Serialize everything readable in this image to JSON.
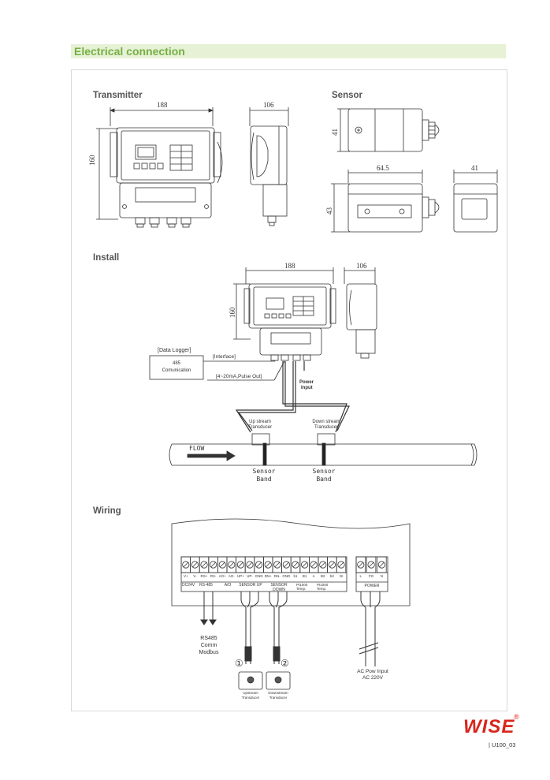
{
  "header": {
    "title": "Electrical connection"
  },
  "sections": {
    "transmitter": "Transmitter",
    "sensor": "Sensor",
    "install": "Install",
    "wiring": "Wiring"
  },
  "transmitter": {
    "dim_width": "188",
    "dim_height": "160",
    "dim_depth": "106"
  },
  "sensor": {
    "dim_height_top": "41",
    "dim_length": "64.5",
    "dim_height_side": "43",
    "dim_width_end": "41"
  },
  "install": {
    "dim_width": "188",
    "dim_height": "160",
    "dim_depth": "106",
    "data_logger": "[Data Logger]",
    "logger_line1": "485",
    "logger_line2": "Comunication",
    "interface": "[Interface]",
    "pulse_out": "[4~20mA,Pulse Out]",
    "power_line1": "Power",
    "power_line2": "Input",
    "upstream_line1": "Up stream",
    "upstream_line2": "Transducer",
    "downstream_line1": "Down stream",
    "downstream_line2": "Transducer",
    "flow": "FLOW",
    "band1_line1": "Sensor",
    "band1_line2": "Band",
    "band2_line1": "Sensor",
    "band2_line2": "Band"
  },
  "wiring": {
    "terminals": [
      "V+",
      "V-",
      "RS+",
      "RS-",
      "AO+",
      "AO-",
      "UP+",
      "UP-",
      "GND",
      "DN+",
      "DN-",
      "GND",
      "b1",
      "B1",
      "A",
      "B2",
      "b2",
      "t8"
    ],
    "power_terminals": [
      "L",
      "FG",
      "N"
    ],
    "groups": [
      "DC24V",
      "RS-485",
      "A/O",
      "SENSOR UP",
      "SENSOR DOWN",
      "Pt1000",
      "Pt1000"
    ],
    "temp_labels": [
      "Temp.",
      "Temp."
    ],
    "power_group": "POWER",
    "rs485_line1": "RS485",
    "rs485_line2": "Comm",
    "rs485_line3": "Modbus",
    "circle1": "①",
    "circle2": "②",
    "up_trans1": "Upstream",
    "up_trans2": "Transducer",
    "down_trans1": "Downstream",
    "down_trans2": "Transducer",
    "ac_line1": "AC Pow Input",
    "ac_line2": "AC 220V"
  },
  "footer": {
    "brand": "WISE",
    "registered": "®",
    "page_code": "| U100_03"
  }
}
